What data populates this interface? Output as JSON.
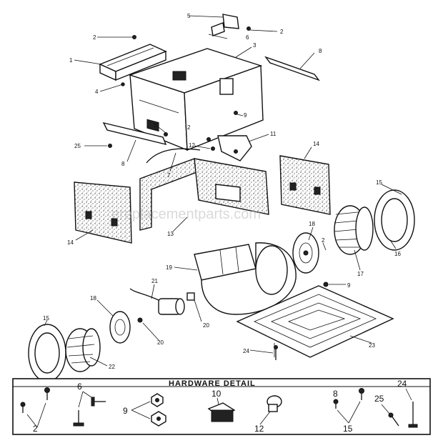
{
  "labels": {
    "l1": "1",
    "l2a": "2",
    "l2b": "2",
    "l3": "3",
    "l4": "4",
    "l5": "5",
    "l6": "6",
    "l8a": "8",
    "l9a": "9",
    "l10": "10",
    "l11": "11",
    "l2c": "2",
    "l25": "25",
    "l8b": "8",
    "l12": "12",
    "l7": "7",
    "l14a": "14",
    "l14b": "14",
    "l13": "13",
    "l15a": "15",
    "l18a": "18",
    "l2d": "2",
    "l16a": "16",
    "l17": "17",
    "l19": "19",
    "l9b": "9",
    "l21": "21",
    "l18b": "18",
    "l20a": "20",
    "l20b": "20",
    "l15b": "15",
    "l22": "22",
    "l24": "24",
    "l23": "23"
  },
  "hardware": {
    "title": "HARDWARE DETAIL",
    "h2": "2",
    "h6": "6",
    "h9": "9",
    "h10": "10",
    "h12": "12",
    "h8": "8",
    "h15": "15",
    "h24": "24",
    "h25": "25"
  },
  "watermark": "ereplacementparts.com"
}
